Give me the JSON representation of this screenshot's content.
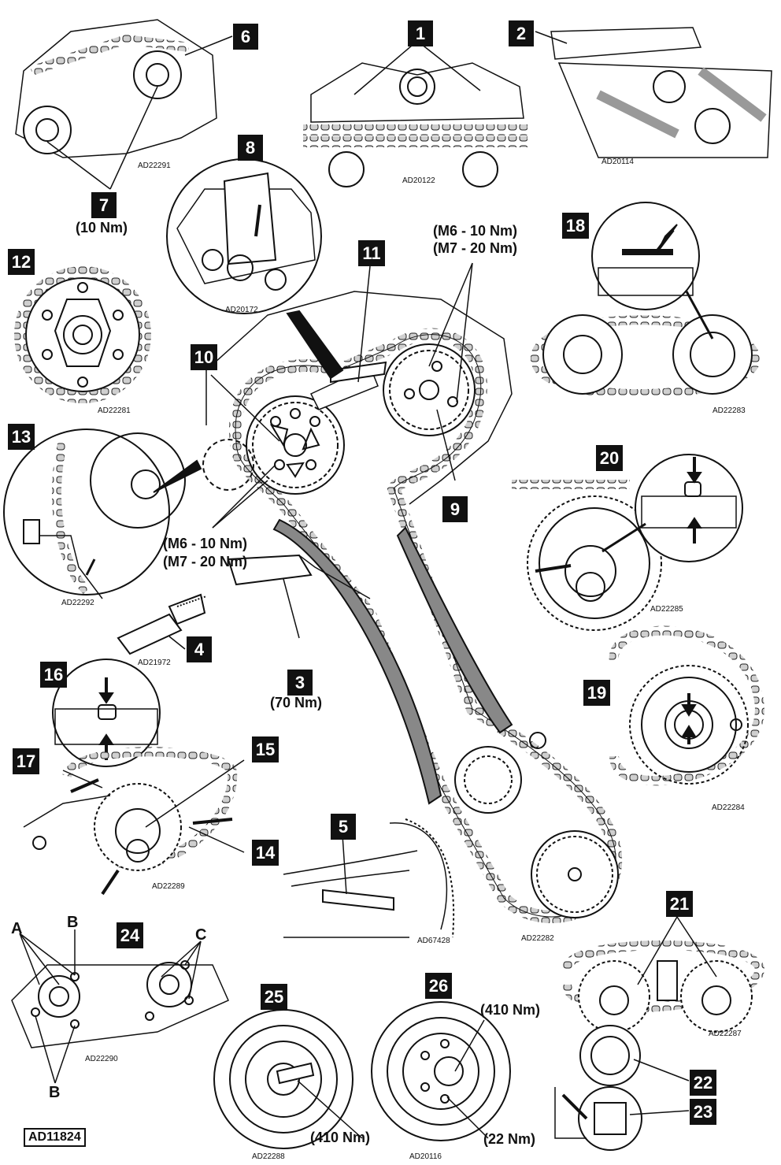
{
  "figure_id": "AD11824",
  "callouts": {
    "c1": "1",
    "c2": "2",
    "c3": "3",
    "c4": "4",
    "c5": "5",
    "c6": "6",
    "c7": "7",
    "c8": "8",
    "c9": "9",
    "c10": "10",
    "c11": "11",
    "c12": "12",
    "c13": "13",
    "c14": "14",
    "c15": "15",
    "c16": "16",
    "c17": "17",
    "c18": "18",
    "c19": "19",
    "c20": "20",
    "c21": "21",
    "c22": "22",
    "c23": "23",
    "c24": "24",
    "c25": "25",
    "c26": "26"
  },
  "letters": {
    "a": "A",
    "b_top": "B",
    "b_bottom": "B",
    "c": "C"
  },
  "torques": {
    "t7": "(10 Nm)",
    "t9_m6": "(M6 - 10 Nm)",
    "t9_m7": "(M7 - 20 Nm)",
    "t10_m6": "(M6 - 10 Nm)",
    "t10_m7": "(M7 - 20 Nm)",
    "t3": "(70 Nm)",
    "t25": "(410 Nm)",
    "t26_a": "(410 Nm)",
    "t26_b": "(22 Nm)"
  },
  "refs": {
    "r6": "AD22291",
    "r1": "AD20122",
    "r2": "AD20114",
    "r8": "AD20172",
    "r12": "AD22281",
    "r18": "AD22283",
    "r13": "AD22292",
    "r20": "AD22285",
    "r4": "AD21972",
    "r19": "AD22284",
    "r16": "AD22289",
    "r5": "AD67428",
    "main": "AD22282",
    "r24": "AD22290",
    "r25": "AD22288",
    "r26": "AD20116",
    "r21": "AD22287"
  }
}
